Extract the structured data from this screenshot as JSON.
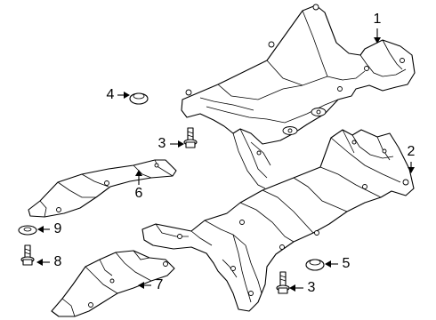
{
  "diagram": {
    "callouts": [
      {
        "id": "c1",
        "number": "1"
      },
      {
        "id": "c2",
        "number": "2"
      },
      {
        "id": "c3a",
        "number": "3"
      },
      {
        "id": "c3b",
        "number": "3"
      },
      {
        "id": "c4",
        "number": "4"
      },
      {
        "id": "c5",
        "number": "5"
      },
      {
        "id": "c6",
        "number": "6"
      },
      {
        "id": "c7",
        "number": "7"
      },
      {
        "id": "c8",
        "number": "8"
      },
      {
        "id": "c9",
        "number": "9"
      }
    ]
  }
}
